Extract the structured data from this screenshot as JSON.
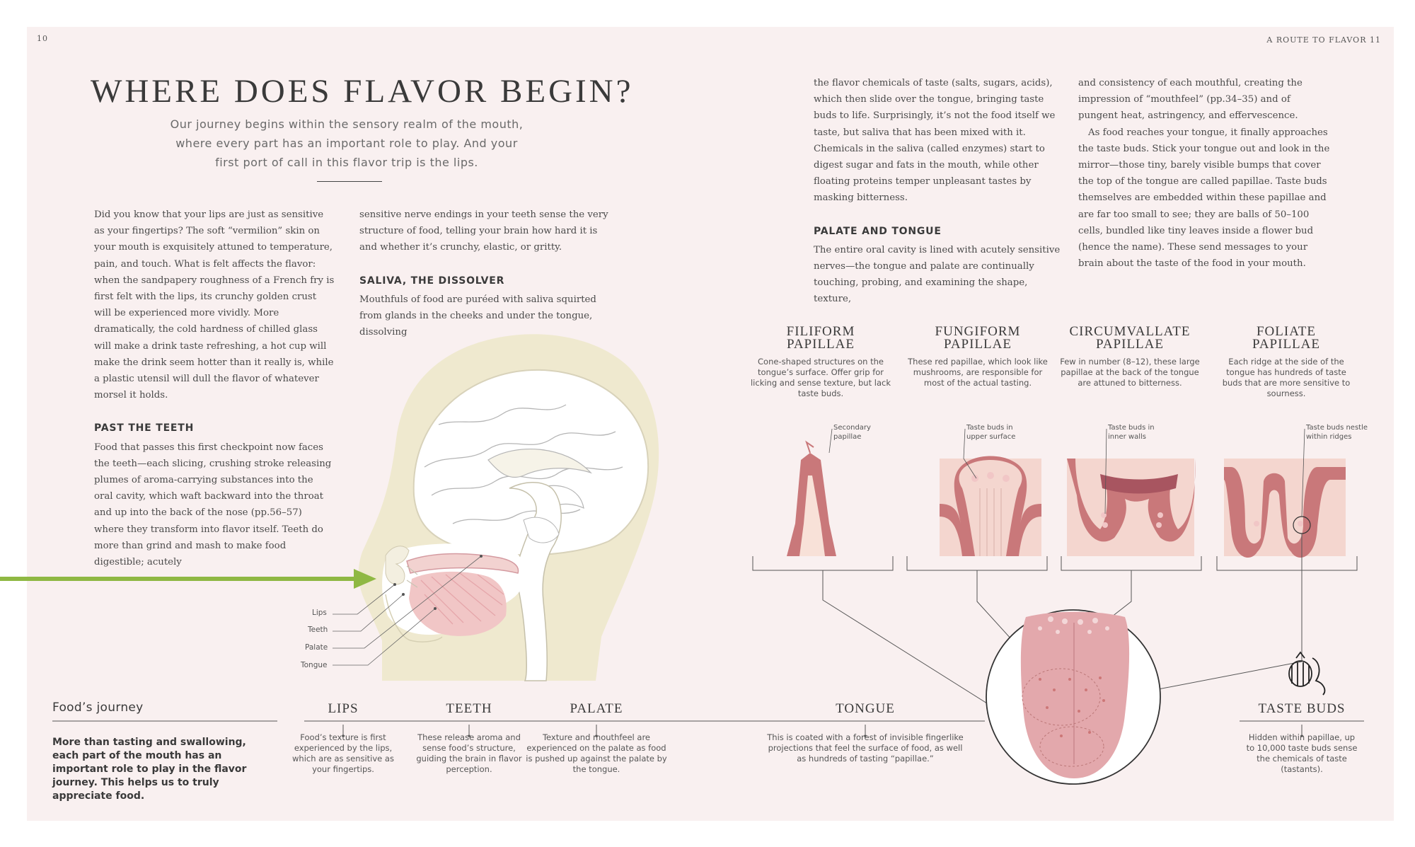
{
  "folio": {
    "left": "10",
    "right_label": "A ROUTE TO FLAVOR",
    "right_num": "11"
  },
  "title": "WHERE DOES FLAVOR BEGIN?",
  "intro": {
    "line1": "Our journey begins within the sensory realm of the mouth,",
    "line2": "where every part has an important role to play. And your",
    "line3": "first port of call in this flavor trip is the lips."
  },
  "col1": {
    "p1": "Did you know that your lips are just as sensitive as your fingertips? The soft “vermilion” skin on your mouth is exquisitely attuned to temperature, pain, and touch. What is felt affects the flavor: when the sandpapery roughness of a French fry is first felt with the lips, its crunchy golden crust will be experienced more vividly. More dramatically, the cold hardness of chilled glass will make a drink taste refreshing, a hot cup will make the drink seem hotter than it really is, while a plastic utensil will dull the flavor of whatever morsel it holds.",
    "h_teeth": "PAST THE TEETH",
    "p2": "Food that passes this first checkpoint now faces the teeth—each slicing, crushing stroke releasing plumes of aroma-carrying substances into the oral cavity, which waft backward into the throat and up into the back of the nose (pp.56–57) where they transform into flavor itself. Teeth do more than grind and mash to make food digestible; acutely"
  },
  "col2": {
    "p1": "sensitive nerve endings in your teeth sense the very structure of food, telling your brain how hard it is and whether it’s crunchy, elastic, or gritty.",
    "h_saliva": "SALIVA, THE DISSOLVER",
    "p2": "Mouthfuls of food are puréed with saliva squirted from glands in the cheeks and under the tongue, dissolving"
  },
  "col3": {
    "p1": "the flavor chemicals of taste (salts, sugars, acids), which then slide over the tongue, bringing taste buds to life. Surprisingly, it’s not the food itself we taste, but saliva that has been mixed with it. Chemicals in the saliva (called enzymes) start to digest sugar and fats in the mouth, while other floating proteins temper unpleasant tastes by masking bitterness.",
    "h_palate": "PALATE AND TONGUE",
    "p2": "The entire oral cavity is lined with acutely sensitive nerves—the tongue and palate are continually touching, probing, and examining the shape, texture,"
  },
  "col4": {
    "p1": "and consistency of each mouthful, creating the impression of “mouthfeel” (pp.34–35) and of pungent heat, astringency, and effervescence.",
    "p2": "As food reaches your tongue, it finally approaches the taste buds. Stick your tongue out and look in the mirror—those tiny, barely visible bumps that cover the top of the tongue are called papillae. Taste buds themselves are embedded within these papillae and are far too small to see; they are balls of 50–100 cells, bundled like tiny leaves inside a flower bud (hence the name). These send messages to your brain about the taste of the food in your mouth."
  },
  "papillae": [
    {
      "h1": "FILIFORM",
      "h2": "PAPILLAE",
      "desc": "Cone-shaped structures on the tongue’s surface. Offer grip for licking and sense texture, but lack taste buds.",
      "callout1": "Secondary",
      "callout2": "papillae"
    },
    {
      "h1": "FUNGIFORM",
      "h2": "PAPILLAE",
      "desc": "These red papillae, which look like mushrooms, are responsible for most of the actual tasting.",
      "callout1": "Taste buds in",
      "callout2": "upper surface"
    },
    {
      "h1": "CIRCUMVALLATE",
      "h2": "PAPILLAE",
      "desc": "Few in number (8–12), these large papillae at the back of the tongue are attuned to bitterness.",
      "callout1": "Taste buds in",
      "callout2": "inner walls"
    },
    {
      "h1": "FOLIATE",
      "h2": "PAPILLAE",
      "desc": "Each ridge at the side of the tongue has hundreds of taste buds that are more sensitive to sourness.",
      "callout1": "Taste buds nestle",
      "callout2": "within ridges"
    }
  ],
  "head_labels": {
    "lips": "Lips",
    "teeth": "Teeth",
    "palate": "Palate",
    "tongue": "Tongue"
  },
  "journey": {
    "title": "Food’s journey",
    "desc": "More than tasting and swallowing, each part of the mouth has an important role to play in the flavor journey. This helps us to truly appreciate food.",
    "stops": [
      {
        "name": "LIPS",
        "desc": "Food’s texture is first experienced by the lips, which are as sensitive as your fingertips."
      },
      {
        "name": "TEETH",
        "desc": "These release aroma and sense food’s structure, guiding the brain in flavor perception."
      },
      {
        "name": "PALATE",
        "desc": "Texture and mouthfeel are experienced on the palate as food is pushed up against the palate by the tongue."
      },
      {
        "name": "TONGUE",
        "desc": "This is coated with a forest of invisible fingerlike projections that feel the surface of food, as well as hundreds of tasting “papillae.”"
      },
      {
        "name": "TASTE BUDS",
        "desc": "Hidden within papillae, up to 10,000 taste buds sense the chemicals of taste (tastants)."
      }
    ]
  },
  "colors": {
    "page_bg": "#f9f0f0",
    "arrow": "#8fb843",
    "papilla": "#c9787a",
    "tissue": "#f4d6cf",
    "bone": "#efe9cf"
  }
}
